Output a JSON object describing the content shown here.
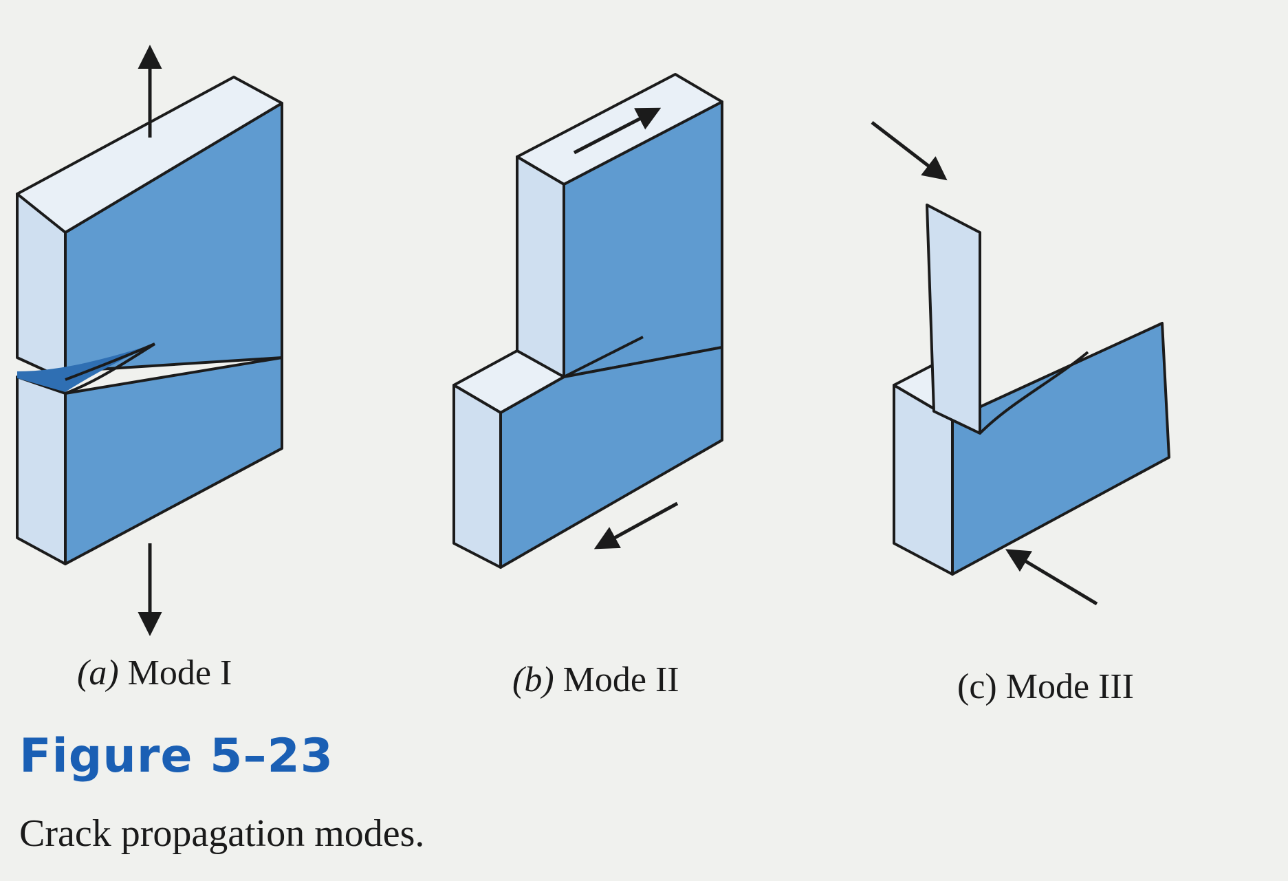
{
  "figure": {
    "number": "Figure 5–23",
    "caption": "Crack propagation modes."
  },
  "panels": [
    {
      "id": "a",
      "letter": "a",
      "label": "Mode I",
      "letter_style": "italic"
    },
    {
      "id": "b",
      "letter": "b",
      "label": "Mode II",
      "letter_style": "italic"
    },
    {
      "id": "c",
      "letter": "c",
      "label": "Mode III",
      "letter_style": "normal"
    }
  ],
  "colors": {
    "face_blue": "#5f9bd0",
    "top_face": "#e9f0f7",
    "side_face": "#cfdff0",
    "outline": "#1b1b1b",
    "arrow": "#1b1b1b",
    "figure_number": "#1a5fb4",
    "background": "#f0f1ee"
  }
}
